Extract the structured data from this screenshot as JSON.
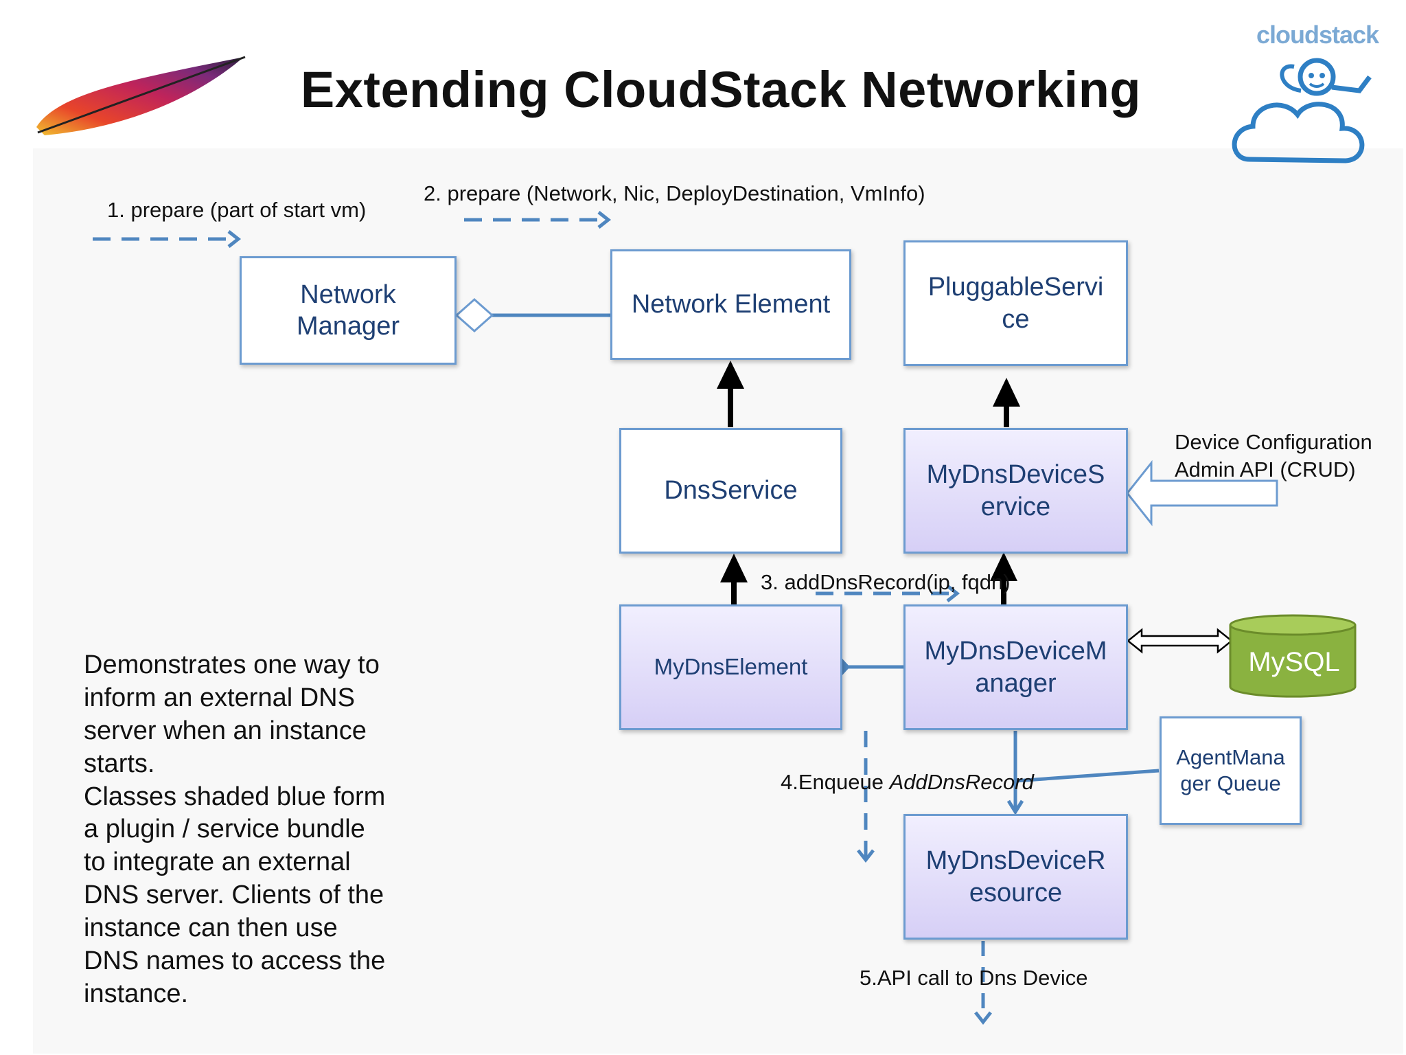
{
  "title": "Extending CloudStack Networking",
  "logos": {
    "left": "apache-feather-logo",
    "right_text": "cloudstack"
  },
  "steps": {
    "step1": "1. prepare (part of start vm)",
    "step2": "2. prepare (Network, Nic, DeployDestination, VmInfo)",
    "step3": "3. addDnsRecord(ip, fqdn)",
    "step4_prefix": "4.Enqueue ",
    "step4_italic": "AddDnsRecord",
    "step5": "5.API call to Dns Device",
    "admin_api": "Device Configuration\nAdmin API (CRUD)"
  },
  "boxes": {
    "network_manager": "Network\nManager",
    "network_element": "Network Element",
    "pluggable_service": "PluggableServi\nce",
    "dns_service": "DnsService",
    "my_dns_device_service": "MyDnsDeviceS\nervice",
    "my_dns_element": "MyDnsElement",
    "my_dns_device_manager": "MyDnsDeviceM\nanager",
    "agent_manager_queue": "AgentMana\nger Queue",
    "my_dns_device_resource": "MyDnsDeviceR\nesource",
    "mysql": "MySQL"
  },
  "description": "Demonstrates one way to\ninform an external DNS\nserver when an instance\nstarts.\nClasses shaded blue form\na plugin / service bundle\nto integrate an external\nDNS server. Clients of the\ninstance can then use\nDNS names to access the\ninstance.",
  "colors": {
    "box_border": "#6c9bd0",
    "box_text": "#1e3f73",
    "shaded_fill": "#d6cff6",
    "dashed_arrow": "#4f86bf",
    "mysql_green": "#8ab240"
  }
}
